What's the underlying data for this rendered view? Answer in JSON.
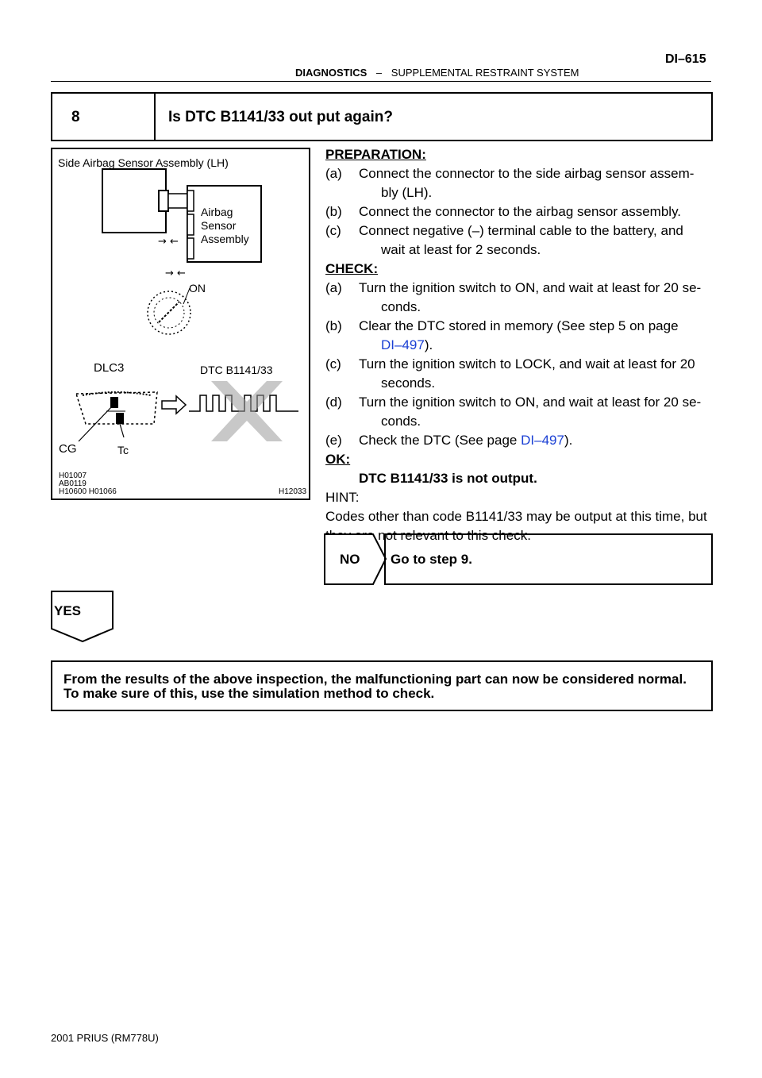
{
  "header": {
    "section": "DIAGNOSTICS",
    "separator": "–",
    "subsection": "SUPPLEMENTAL RESTRAINT SYSTEM",
    "page_number": "DI–615"
  },
  "step": {
    "number": "8",
    "title": "Is DTC B1141/33 out put again?"
  },
  "figure": {
    "title": "Side Airbag Sensor Assembly (LH)",
    "airbag_label_1": "Airbag",
    "airbag_label_2": "Sensor",
    "airbag_label_3": "Assembly",
    "arrows_1": "→ ←",
    "arrows_2": "→ ←",
    "on_label": "ON",
    "dlc3_label": "DLC3",
    "dtc_label": "DTC B1141/33",
    "cg_label": "CG",
    "tc_label": "Tc",
    "ref_1": "H01007",
    "ref_2": "AB0119",
    "ref_3": "H10600   H01066",
    "ref_4": "H12033"
  },
  "preparation": {
    "label": "PREPARATION:",
    "a_tag": "(a)",
    "a_line1": "Connect the connector to the side airbag sensor assem-",
    "a_line2": "bly (LH).",
    "b_tag": "(b)",
    "b_line1": "Connect the connector to the airbag sensor assembly.",
    "c_tag": "(c)",
    "c_line1": "Connect negative (–) terminal cable to the battery, and",
    "c_line2": "wait at least for 2 seconds."
  },
  "check": {
    "label": "CHECK:",
    "a_tag": "(a)",
    "a_line1": "Turn the ignition switch to ON, and wait at least for 20 se-",
    "a_line2": "conds.",
    "b_tag": "(b)",
    "b_line1": "Clear the DTC stored in memory (See step 5 on page",
    "b_link": "DI–497",
    "b_tail": ").",
    "c_tag": "(c)",
    "c_line1": "Turn the ignition switch to LOCK, and wait at least for 20",
    "c_line2": "seconds.",
    "d_tag": "(d)",
    "d_line1": "Turn the ignition switch to ON, and wait at least for 20 se-",
    "d_line2": "conds.",
    "e_tag": "(e)",
    "e_prefix": "Check the DTC (See page ",
    "e_link": "DI–497",
    "e_tail": ")."
  },
  "ok": {
    "label": "OK:",
    "text": "DTC B1141/33 is not output."
  },
  "hint": {
    "label": "HINT:",
    "line1": "Codes other than code B1141/33 may be output at this time, but",
    "line2": "they are not relevant to this check."
  },
  "no_branch": {
    "label": "NO",
    "text": "Go to step 9."
  },
  "yes_branch": {
    "label": "YES"
  },
  "result": {
    "line1": "From the results of the above inspection, the malfunctioning part can now be considered normal.",
    "line2": "To make sure of this, use the simulation method to check."
  },
  "footer": {
    "text": "2001 PRIUS   (RM778U)"
  }
}
